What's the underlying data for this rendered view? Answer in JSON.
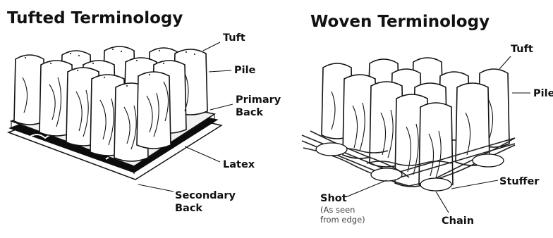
{
  "tufted": {
    "title": "Tufted Terminology",
    "labels": {
      "tuft": "Tuft",
      "pile": "Pile",
      "primary_back_1": "Primary",
      "primary_back_2": "Back",
      "latex": "Latex",
      "secondary_back_1": "Secondary",
      "secondary_back_2": "Back"
    }
  },
  "woven": {
    "title": "Woven Terminology",
    "labels": {
      "tuft": "Tuft",
      "pile": "Pile",
      "stuffer": "Stuffer",
      "shot": "Shot",
      "shot_note_1": "(As seen",
      "shot_note_2": "from edge)",
      "chain": "Chain"
    }
  }
}
